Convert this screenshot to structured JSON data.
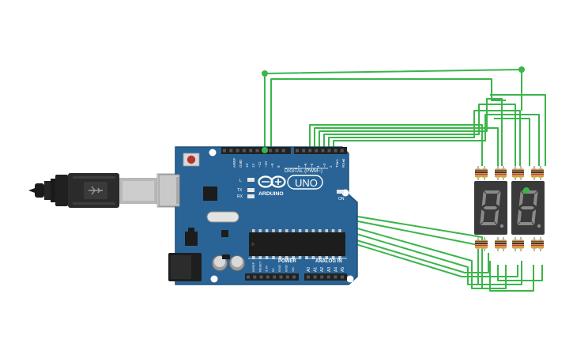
{
  "board": {
    "brand_text": "ARDUINO",
    "model_text": "UNO",
    "digital_label": "DIGITAL (PWM~)",
    "power_label": "POWER",
    "analog_label": "ANALOG IN",
    "on_label": "ON",
    "led_l": "L",
    "led_tx": "TX",
    "led_rx": "RX",
    "tx_pin": "TX",
    "rx_pin": "RX",
    "top_pins": [
      "AREF",
      "GND",
      "13",
      "12",
      "~11",
      "~10",
      "~9",
      "8",
      "7",
      "~6",
      "~5",
      "4",
      "~3",
      "2",
      "TX▸1",
      "RX◂0"
    ],
    "power_pins": [
      "IOREF",
      "RESET",
      "3.3V",
      "5V",
      "GND",
      "GND",
      "Vin"
    ],
    "analog_pins": [
      "A0",
      "A1",
      "A2",
      "A3",
      "A4",
      "A5"
    ]
  },
  "colors": {
    "board": "#2a6496",
    "board_edge": "#1d4f7a",
    "wire": "#3bb54a",
    "header": "#222222",
    "display": "#3a3a3a",
    "segment": "#8a8a8a",
    "resistor": "#d8b887"
  },
  "icons": [
    "usb-cable-icon",
    "arduino-logo-icon",
    "reset-button-icon"
  ]
}
